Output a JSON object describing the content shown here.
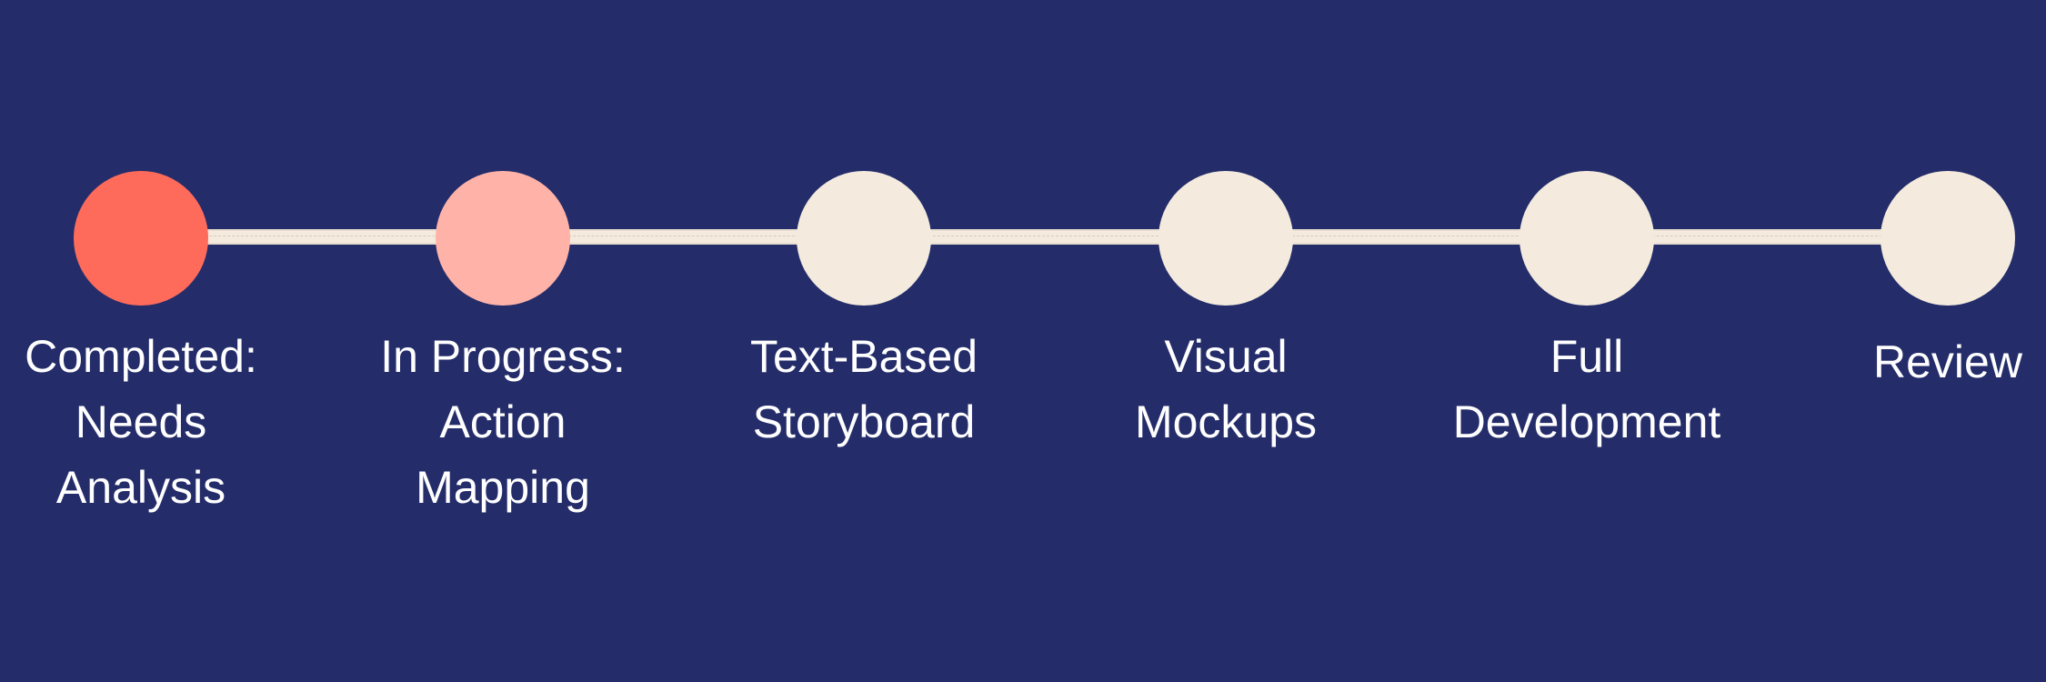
{
  "diagram": {
    "background": "#242d6a",
    "connector_color": "#f4ebde",
    "steps": [
      {
        "color": "#ff6b5b",
        "lines": [
          "Completed:",
          "Needs",
          "Analysis"
        ]
      },
      {
        "color": "#ffb3a8",
        "lines": [
          "In Progress:",
          "Action",
          "Mapping"
        ]
      },
      {
        "color": "#f4ebde",
        "lines": [
          "Text-Based",
          "Storyboard"
        ]
      },
      {
        "color": "#f4ebde",
        "lines": [
          "Visual",
          "Mockups"
        ]
      },
      {
        "color": "#f4ebde",
        "lines": [
          "Full",
          "Development"
        ]
      },
      {
        "color": "#f4ebde",
        "lines": [
          "Review"
        ]
      }
    ]
  }
}
